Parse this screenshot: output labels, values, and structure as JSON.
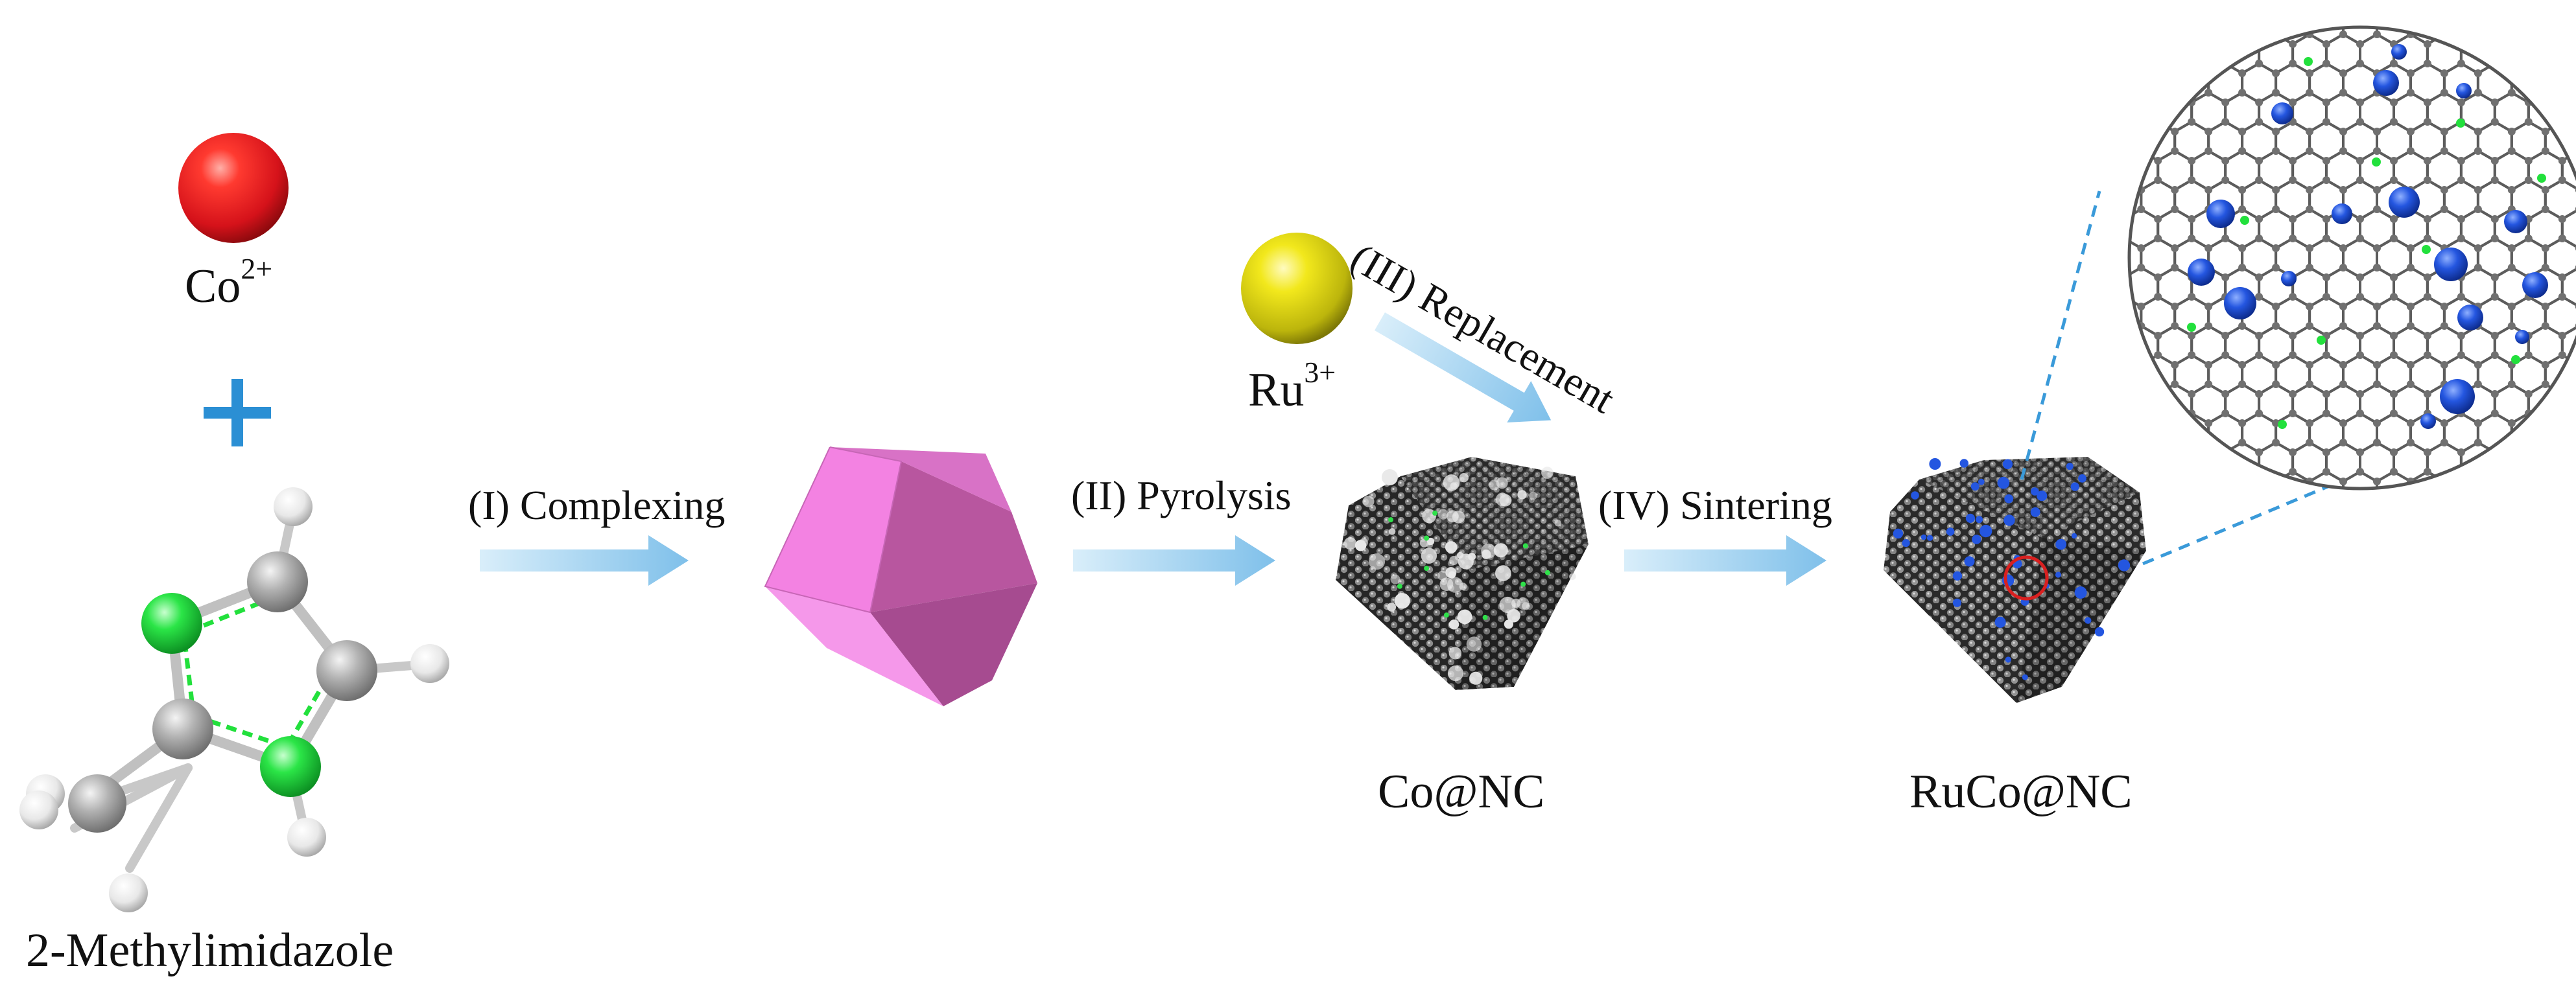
{
  "reactants": {
    "cobalt_ion": {
      "symbol": "Co",
      "charge": "2+",
      "color": "#e8171c"
    },
    "plus_sign": "+",
    "ligand": {
      "name": "2-Methylimidazole"
    }
  },
  "steps": [
    {
      "label": "(I) Complexing"
    },
    {
      "label": "(II) Pyrolysis"
    },
    {
      "label": "(III) Replacement"
    },
    {
      "label": "(IV) Sintering"
    }
  ],
  "ruthenium_ion": {
    "symbol": "Ru",
    "charge": "3+",
    "color": "#e3dc12"
  },
  "products": [
    {
      "label": "Co@NC"
    },
    {
      "label": "RuCo@NC"
    }
  ],
  "colors": {
    "arrow": "#9fd1ef",
    "plus": "#2b8fd4",
    "zif_polyhedron": "#f48ce6",
    "carbon_atom": "#a8a8a8",
    "nitrogen_atom": "#22e03c",
    "hydrogen_atom": "#ececec",
    "ruthenium_dopant": "#1f4fd8",
    "carbon_framework": "#3b3b3b",
    "zoom_guide": "#3a9ad9",
    "highlight_circle": "#d92020"
  }
}
